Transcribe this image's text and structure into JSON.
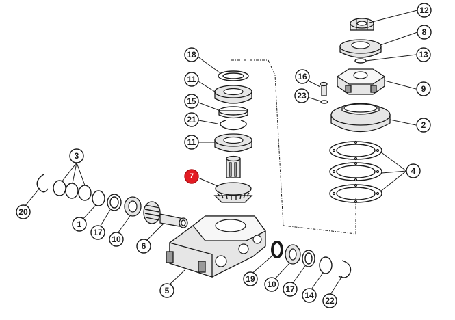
{
  "callouts": [
    {
      "id": "c1",
      "label": "1",
      "highlight": false
    },
    {
      "id": "c2",
      "label": "2",
      "highlight": false
    },
    {
      "id": "c3",
      "label": "3",
      "highlight": false
    },
    {
      "id": "c4",
      "label": "4",
      "highlight": false
    },
    {
      "id": "c5",
      "label": "5",
      "highlight": false
    },
    {
      "id": "c6",
      "label": "6",
      "highlight": false
    },
    {
      "id": "c7",
      "label": "7",
      "highlight": true
    },
    {
      "id": "c8",
      "label": "8",
      "highlight": false
    },
    {
      "id": "c9",
      "label": "9",
      "highlight": false
    },
    {
      "id": "c10a",
      "label": "10",
      "highlight": false
    },
    {
      "id": "c10b",
      "label": "10",
      "highlight": false
    },
    {
      "id": "c11a",
      "label": "11",
      "highlight": false
    },
    {
      "id": "c11b",
      "label": "11",
      "highlight": false
    },
    {
      "id": "c12",
      "label": "12",
      "highlight": false
    },
    {
      "id": "c13",
      "label": "13",
      "highlight": false
    },
    {
      "id": "c14",
      "label": "14",
      "highlight": false
    },
    {
      "id": "c15",
      "label": "15",
      "highlight": false
    },
    {
      "id": "c16",
      "label": "16",
      "highlight": false
    },
    {
      "id": "c17a",
      "label": "17",
      "highlight": false
    },
    {
      "id": "c17b",
      "label": "17",
      "highlight": false
    },
    {
      "id": "c18",
      "label": "18",
      "highlight": false
    },
    {
      "id": "c19",
      "label": "19",
      "highlight": false
    },
    {
      "id": "c20",
      "label": "20",
      "highlight": false
    },
    {
      "id": "c21",
      "label": "21",
      "highlight": false
    },
    {
      "id": "c22",
      "label": "22",
      "highlight": false
    },
    {
      "id": "c23",
      "label": "23",
      "highlight": false
    }
  ],
  "colors": {
    "highlight": "#e31b23",
    "line": "#1a1a1a",
    "part_fill": "#e6e6e6"
  }
}
